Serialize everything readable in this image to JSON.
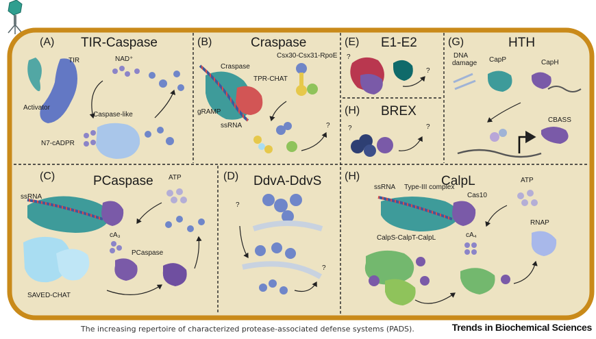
{
  "panels": {
    "A": {
      "letter": "(A)",
      "title": "TIR-Caspase",
      "labels": {
        "tir": "TIR",
        "nad": "NAD⁺",
        "activator": "Activator",
        "caspase_like": "Caspase-like",
        "n7": "N7-cADPR"
      }
    },
    "B": {
      "letter": "(B)",
      "title": "Craspase",
      "labels": {
        "csx": "Csx30-Csx31-RpoE",
        "craspase": "Craspase",
        "tpr": "TPR-CHAT",
        "gramp": "gRAMP",
        "ssrna": "ssRNA",
        "q": "?"
      }
    },
    "E": {
      "letter": "(E)",
      "title": "E1-E2",
      "labels": {
        "q1": "?",
        "q2": "?"
      }
    },
    "G": {
      "letter": "(G)",
      "title": "HTH",
      "labels": {
        "dna": "DNA",
        "damage": "damage",
        "capp": "CapP",
        "caph": "CapH",
        "cbass": "CBASS"
      }
    },
    "H1": {
      "letter": "(H)",
      "title": "BREX",
      "labels": {
        "q1": "?",
        "q2": "?"
      }
    },
    "C": {
      "letter": "(C)",
      "title": "PCaspase",
      "labels": {
        "ssrna": "ssRNA",
        "atp": "ATP",
        "ca3": "cA₃",
        "pcaspase": "PCaspase",
        "saved": "SAVED-CHAT"
      }
    },
    "D": {
      "letter": "(D)",
      "title": "DdvA-DdvS",
      "labels": {
        "q1": "?",
        "q2": "?"
      }
    },
    "H2": {
      "letter": "(H)",
      "title": "CalpL",
      "labels": {
        "ssrna": "ssRNA",
        "type3": "Type-III complex",
        "cas10": "Cas10",
        "atp": "ATP",
        "ca4": "cA₄",
        "calps": "CalpS-CalpT-CalpL",
        "rnap": "RNAP"
      }
    }
  },
  "caption": "The increasing repertoire of characterized protease-associated defense systems (PADS).",
  "journal": "Trends in Biochemical Sciences",
  "colors": {
    "cell_fill": "#ede3c2",
    "cell_border": "#c98a1a",
    "blue": "#6f86c9",
    "purple": "#7a5aa8",
    "teal": "#3f9a9a",
    "red": "#c94d4d",
    "green": "#8fc35b",
    "yellow": "#e8c94a",
    "light_blue": "#a9ddf2"
  }
}
